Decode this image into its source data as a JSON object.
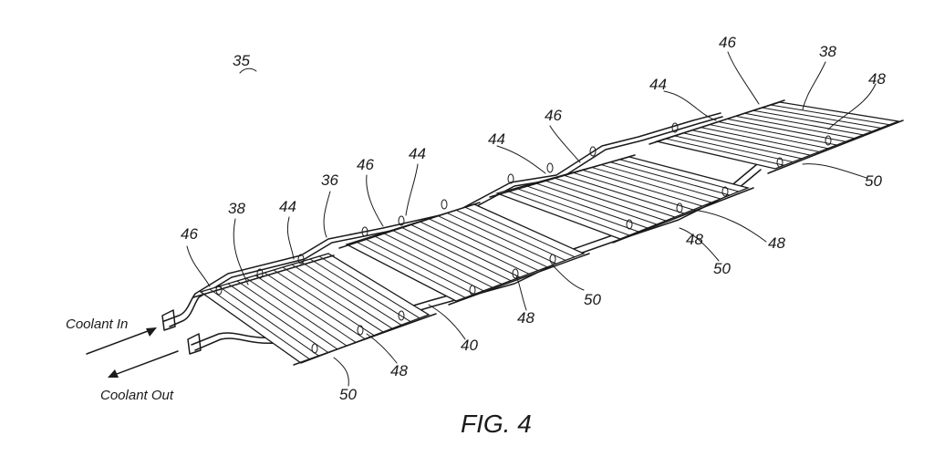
{
  "figure": {
    "title": "FIG. 4",
    "assembly_ref": "35",
    "coolant_in": "Coolant In",
    "coolant_out": "Coolant Out",
    "ref_labels": [
      "46",
      "38",
      "44",
      "36",
      "46",
      "44",
      "44",
      "46",
      "44",
      "46",
      "38",
      "48",
      "48",
      "40",
      "48",
      "50",
      "50",
      "48",
      "50",
      "48",
      "50"
    ]
  }
}
